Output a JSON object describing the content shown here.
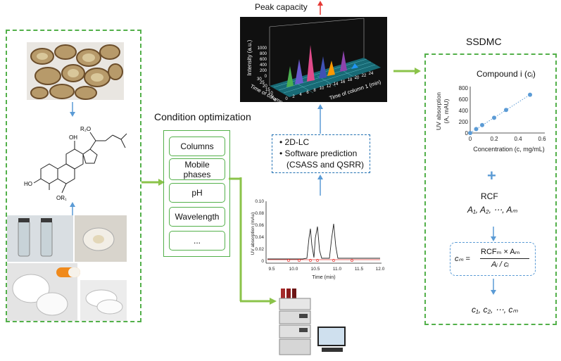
{
  "left_panel": {
    "structure_labels": {
      "r2": "R₂O",
      "oh_top": "OH",
      "ho_left": "HO",
      "or1": "OR₁"
    }
  },
  "condition": {
    "title": "Condition optimization",
    "items": [
      "Columns",
      "Mobile phases",
      "pH",
      "Wavelength",
      "..."
    ]
  },
  "peak_capacity": {
    "title": "Peak capacity",
    "z_axis_label": "Intensity (a.u.)",
    "z_ticks": [
      "1000",
      "800",
      "600",
      "400",
      "200",
      "0"
    ],
    "col2_axis_label": "Time of column 2 (min)",
    "col2_ticks": [
      "30",
      "25",
      "20",
      "15",
      "10",
      "5",
      "0"
    ],
    "col1_axis_label": "Time of column 1 (min)",
    "col1_ticks": [
      "0",
      "2",
      "4",
      "6",
      "8",
      "10",
      "12",
      "14",
      "16",
      "18",
      "20",
      "22",
      "24"
    ]
  },
  "twod_box": {
    "line1": "2D-LC",
    "line2": "Software prediction",
    "line3": "(CSASS and QSRR)"
  },
  "chromatogram": {
    "ylabel": "UV absorption (mAu)",
    "xlabel": "Time (min)",
    "y_ticks": [
      "0.10",
      "0.08",
      "0.06",
      "0.04",
      "0.02",
      "0"
    ],
    "x_ticks": [
      "9.5",
      "10.0",
      "10.5",
      "11.0",
      "11.5",
      "12.0"
    ]
  },
  "ssdmc": {
    "title": "SSDMC",
    "compound_title": "Compound i (cᵢ)",
    "plus": "+",
    "rcf_label": "RCF",
    "rcf_values": "A₁, A₂, ⋯, Aₘ",
    "formula_lhs": "cₘ =",
    "formula_num": "RCFₘ × Aₘ",
    "formula_den": "Aᵢ / cᵢ",
    "result": "c₁, c₂, ⋯, cₘ"
  },
  "calibration": {
    "ylabel_line1": "UV absorption",
    "ylabel_line2": "(A, mAU)",
    "xlabel": "Concentration (c, mg/mL)",
    "y_ticks": [
      "800",
      "600",
      "400",
      "200",
      "0"
    ],
    "x_ticks": [
      "0",
      "0.2",
      "0.4",
      "0.6"
    ]
  },
  "chart_data": {
    "type": "scatter",
    "title": "Compound i (cᵢ)",
    "xlabel": "Concentration (c, mg/mL)",
    "ylabel": "UV absorption (A, mAU)",
    "xlim": [
      0,
      0.6
    ],
    "ylim": [
      0,
      800
    ],
    "x": [
      0,
      0.05,
      0.1,
      0.2,
      0.3,
      0.5
    ],
    "y": [
      0,
      70,
      140,
      270,
      410,
      680
    ],
    "trendline": "dotted linear"
  },
  "colors": {
    "green": "#53b04a",
    "blue": "#5b9bd5",
    "red": "#e53935",
    "dark_bg": "#101010"
  }
}
